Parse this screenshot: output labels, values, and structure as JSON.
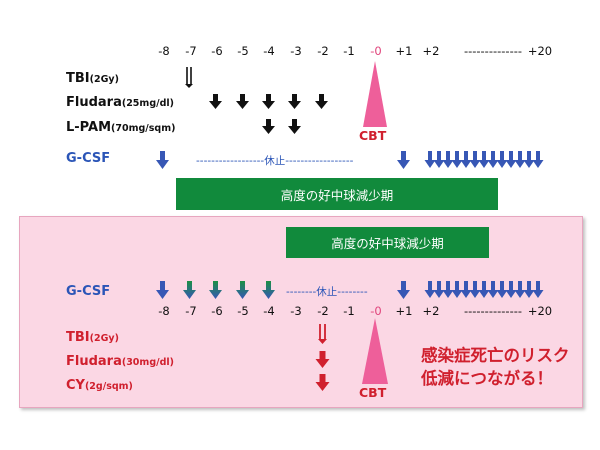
{
  "top_days": [
    "-8",
    "-7",
    "-6",
    "-5",
    "-4",
    "-3",
    "-2",
    "-1",
    "-0",
    "+1",
    "+2",
    "--------------",
    "+20"
  ],
  "bottom_days": [
    "-8",
    "-7",
    "-6",
    "-5",
    "-4",
    "-3",
    "-2",
    "-1",
    "-0",
    "+1",
    "+2",
    "--------------",
    "+20"
  ],
  "top_regimen": {
    "tbi": {
      "name": "TBI",
      "dose": "(2Gy)"
    },
    "fludara": {
      "name": "Fludara",
      "dose": "(25mg/dl)"
    },
    "lpam": {
      "name": "L-PAM",
      "dose": "(70mg/sqm)"
    },
    "cbt": "CBT",
    "gcsf": "G-CSF",
    "rest": "------------------休止------------------",
    "neutropenia": "高度の好中球減少期"
  },
  "bottom_regimen": {
    "neutropenia": "高度の好中球減少期",
    "gcsf": "G-CSF",
    "rest": "--------休止--------",
    "tbi": {
      "name": "TBI",
      "dose": "(2Gy)"
    },
    "fludara": {
      "name": "Fludara",
      "dose": "(30mg/dl)"
    },
    "cy": {
      "name": "CY",
      "dose": "(2g/sqm)"
    },
    "cbt": "CBT",
    "note_line1": "感染症死亡のリスク",
    "note_line2": "低減につながる！"
  },
  "colors": {
    "green_bar": "#118a3c",
    "pink_panel": "#fbd7e4",
    "cbt_triangle": "#ee5f9a",
    "gcsf_arrow": "#3757b5",
    "red": "#d0202e"
  }
}
